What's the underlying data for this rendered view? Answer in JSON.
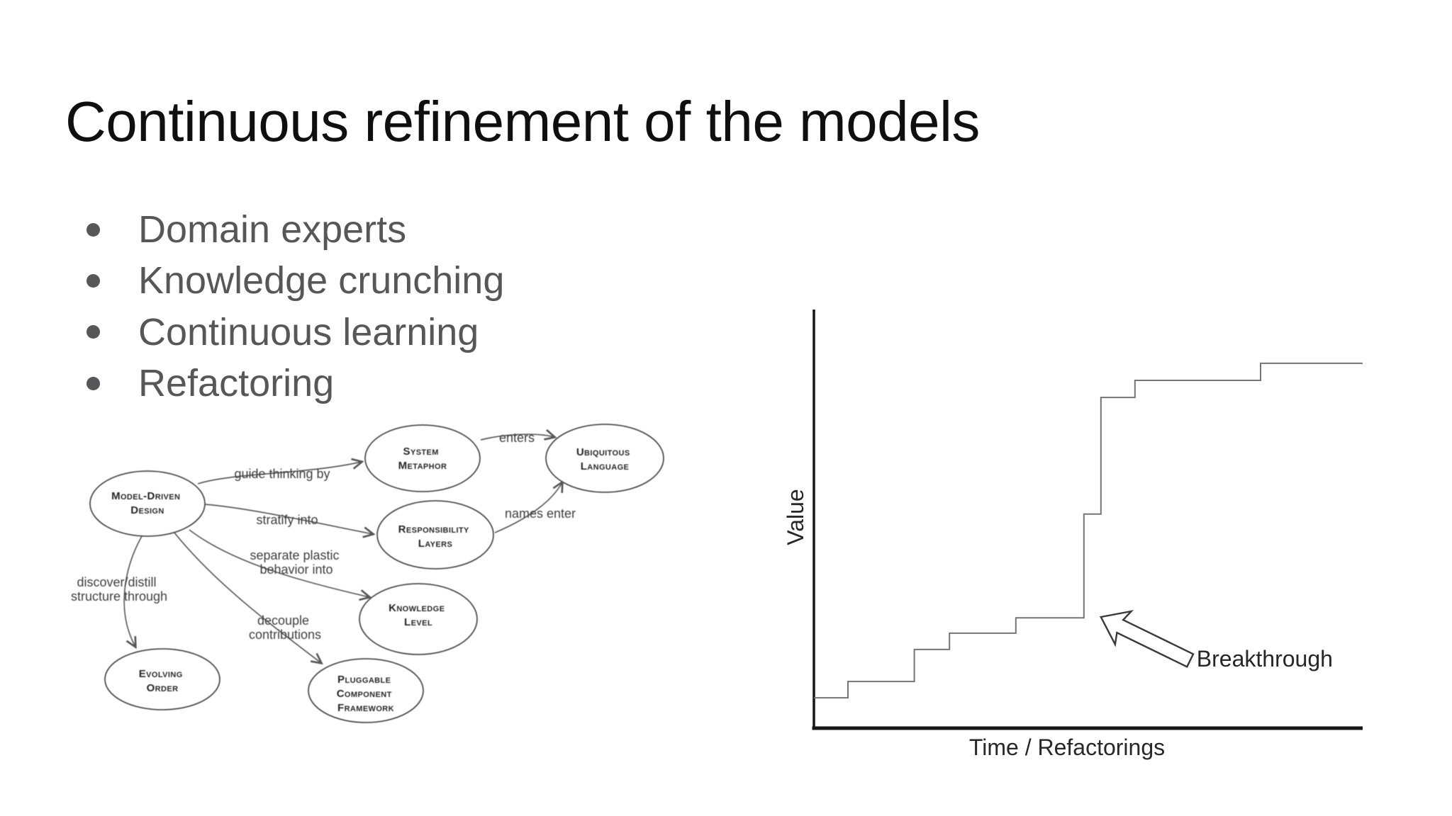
{
  "slide": {
    "title": "Continuous refinement of the models",
    "bullets": [
      "Domain experts",
      "Knowledge crunching",
      "Continuous learning",
      "Refactoring"
    ]
  },
  "diagram": {
    "description": "Scanned concept map of Model-Driven Design relationships",
    "nodes": [
      {
        "id": "model-driven-design",
        "lines": [
          "Model-Driven",
          "Design"
        ]
      },
      {
        "id": "system-metaphor",
        "lines": [
          "System",
          "Metaphor"
        ]
      },
      {
        "id": "ubiquitous-language",
        "lines": [
          "Ubiquitous",
          "Language"
        ]
      },
      {
        "id": "responsibility-layers",
        "lines": [
          "Responsibility",
          "Layers"
        ]
      },
      {
        "id": "knowledge-level",
        "lines": [
          "Knowledge",
          "Level"
        ]
      },
      {
        "id": "evolving-order",
        "lines": [
          "Evolving",
          "Order"
        ]
      },
      {
        "id": "pluggable-component-framework",
        "lines": [
          "Pluggable",
          "Component",
          "Framework"
        ]
      }
    ],
    "edge_labels": [
      {
        "id": "guide-thinking-by",
        "lines": [
          "guide thinking by"
        ]
      },
      {
        "id": "stratify-into",
        "lines": [
          "stratify into"
        ]
      },
      {
        "id": "separate-plastic",
        "lines": [
          "separate plastic",
          "behavior into"
        ]
      },
      {
        "id": "discover-distill",
        "lines": [
          "discover/distill",
          "structure through"
        ]
      },
      {
        "id": "decouple-contributions",
        "lines": [
          "decouple",
          "contributions"
        ]
      },
      {
        "id": "enters",
        "lines": [
          "enters"
        ]
      },
      {
        "id": "names-enter",
        "lines": [
          "names enter"
        ]
      }
    ],
    "edges": [
      {
        "from": "model-driven-design",
        "to": "system-metaphor",
        "label": "guide thinking by"
      },
      {
        "from": "model-driven-design",
        "to": "responsibility-layers",
        "label": "stratify into"
      },
      {
        "from": "model-driven-design",
        "to": "knowledge-level",
        "label": "separate plastic behavior into"
      },
      {
        "from": "model-driven-design",
        "to": "evolving-order",
        "label": "discover/distill structure through"
      },
      {
        "from": "model-driven-design",
        "to": "pluggable-component-framework",
        "label": "decouple contributions"
      },
      {
        "from": "system-metaphor",
        "to": "ubiquitous-language",
        "label": "enters"
      },
      {
        "from": "responsibility-layers",
        "to": "ubiquitous-language",
        "label": "names enter"
      }
    ]
  },
  "chart_data": {
    "type": "line",
    "subtype": "step-after",
    "title": "",
    "xlabel": "Time / Refactorings",
    "ylabel": "Value",
    "xlim": [
      0,
      10
    ],
    "ylim": [
      0,
      10
    ],
    "grid": false,
    "ticks": "none",
    "legend": "none",
    "series": [
      {
        "name": "value-over-time",
        "points": [
          [
            0,
            0.73
          ],
          [
            0.62,
            1.12
          ],
          [
            1.83,
            1.89
          ],
          [
            2.47,
            2.28
          ],
          [
            3.68,
            2.65
          ],
          [
            4.92,
            5.14
          ],
          [
            5.23,
            7.94
          ],
          [
            5.85,
            8.35
          ],
          [
            8.14,
            8.76
          ],
          [
            10,
            8.76
          ]
        ]
      }
    ],
    "annotations": [
      {
        "label": "Breakthrough",
        "arrow_tip_xy": [
          5.23,
          2.67
        ],
        "note": "hollow block arrow pointing at the large step in the curve"
      }
    ]
  }
}
